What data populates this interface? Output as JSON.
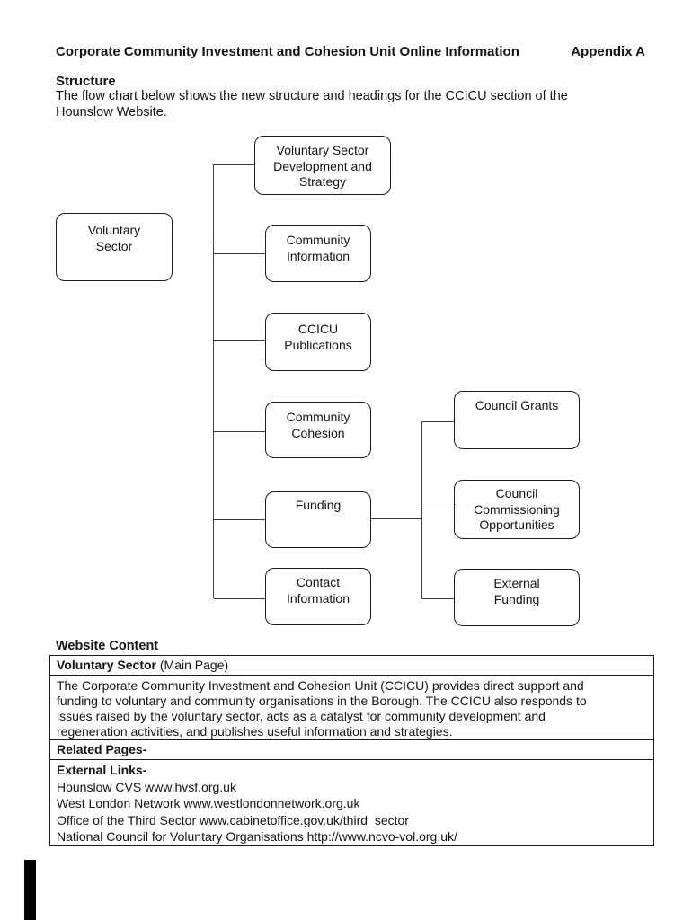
{
  "document": {
    "title": "Corporate Community Investment and Cohesion Unit Online Information",
    "appendix_label": "Appendix A",
    "structure_heading": "Structure",
    "structure_description": "The flow chart below shows the new structure and headings for the CCICU section of the\nHounslow Website."
  },
  "flowchart": {
    "root_label": "Voluntary\nSector",
    "branches": [
      "Voluntary Sector\nDevelopment and\nStrategy",
      "Community\nInformation",
      "CCICU\nPublications",
      "Community\nCohesion",
      "Funding",
      "Contact\nInformation"
    ],
    "funding_children": [
      "Council Grants",
      "Council\nCommissioning\nOpportunities",
      "External\nFunding"
    ]
  },
  "website_content": {
    "heading": "Website Content",
    "main_page_title": "Voluntary Sector",
    "main_page_suffix": " (Main Page)",
    "description": "The Corporate Community Investment and Cohesion Unit (CCICU) provides direct support and\nfunding to voluntary and community organisations in the Borough. The CCICU also responds to\nissues raised by the voluntary sector, acts as a catalyst for community development and\nregeneration activities, and publishes useful information and strategies.",
    "related_pages_label": "Related Pages-",
    "external_links_label": "External Links-",
    "external_links": [
      "Hounslow CVS www.hvsf.org.uk",
      "West London Network www.westlondonnetwork.org.uk",
      "Office of the Third Sector www.cabinetoffice.gov.uk/third_sector",
      "National Council for Voluntary Organisations http://www.ncvo-vol.org.uk/"
    ]
  },
  "colors": {
    "text": "#141414",
    "box_border": "#1a1a1a",
    "connector_line": "#3d3d3d",
    "table_border": "#1a1a1a",
    "page_background": "#ffffff",
    "scan_artifact": "#000000"
  }
}
